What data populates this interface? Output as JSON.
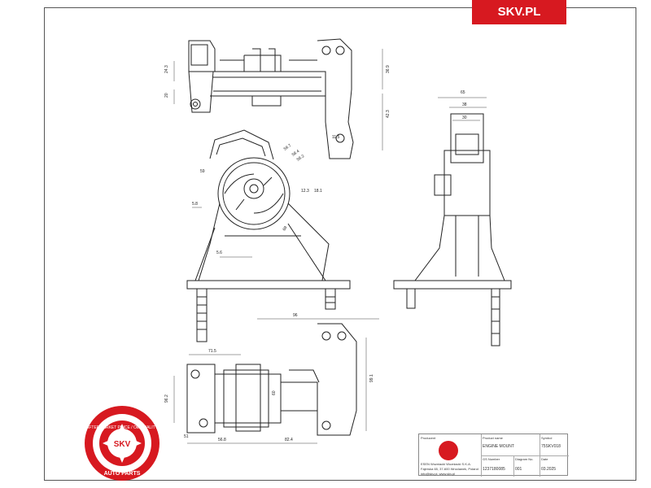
{
  "brand": {
    "label": "SKV.PL",
    "color": "#d71920"
  },
  "seal": {
    "ring_text": "AFTERMARKET PRICE / OE QUALITY",
    "center": "SKV",
    "bottom": "AUTO PARTS",
    "color": "#d71920"
  },
  "dimensions": {
    "top": [
      "24.3",
      "20",
      "36.9",
      "42.3",
      "11.5"
    ],
    "front": [
      "59.7",
      "58.4",
      "56.2",
      "59",
      "12.3",
      "18.1",
      "5.8",
      "5.6",
      "69"
    ],
    "side": [
      "65",
      "38",
      "30"
    ],
    "bottom": [
      "96",
      "71.5",
      "96.2",
      "60",
      "99.1",
      "51",
      "56.8",
      "82.4"
    ]
  },
  "title_block": {
    "producer_label": "Producent",
    "product_label": "Product name",
    "product_value": "ENGINE MOUNT",
    "symbol_label": "Symbol",
    "symbol_value": "75SKV018",
    "company_name": "ESEN Wozniacki Wozniacki S.K.A.",
    "company_address": "Fajerska 65, 37-600 Wroclawek, Poland",
    "company_contact": "info@skv.pl, www.skv.pl",
    "gs_label": "GS Number",
    "gs_value": "1237180085",
    "diagram_label": "Diagram No.",
    "diagram_value": "001",
    "date_label": "Date",
    "date_value": "03.2025"
  }
}
